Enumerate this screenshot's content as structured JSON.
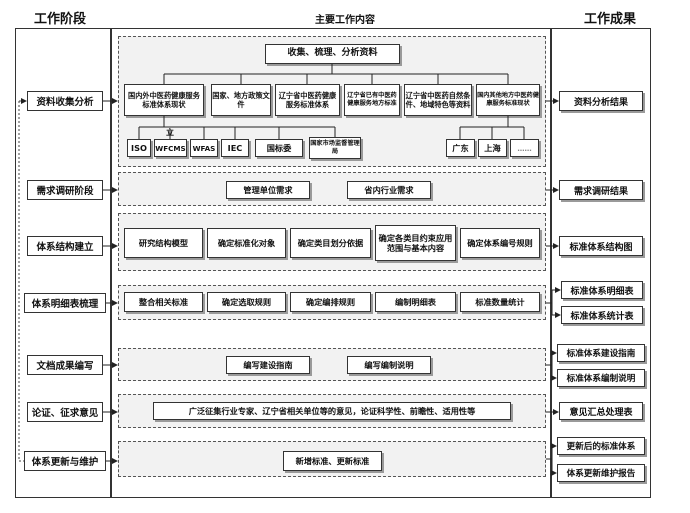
{
  "headers": {
    "left": "工作阶段",
    "middle": "主要工作内容",
    "right": "工作成果"
  },
  "stages": [
    "资料收集分析",
    "需求调研阶段",
    "体系结构建立",
    "体系明细表梳理",
    "文档成果编写",
    "论证、征求意见",
    "体系更新与维护"
  ],
  "collect": {
    "top": "收集、梳理、分析资料",
    "sources": [
      "国内外中医药健康服务标准体系现状",
      "国家、地方政策文件",
      "辽宁省中医药健康服务标准体系",
      "辽宁省已有中医药健康服务地方标准",
      "辽宁省中医药自然条件、地域特色等资料",
      "国内其他地方中医药健康服务标准现状"
    ],
    "orgs": [
      "ISO",
      "WFCMS",
      "WFAS",
      "IEC",
      "国标委",
      "国家市场监督管理局"
    ],
    "orgs_label": "立",
    "regions": [
      "广东",
      "上海",
      "……"
    ]
  },
  "demand": [
    "管理单位需求",
    "省内行业需求"
  ],
  "structure": [
    "研究结构模型",
    "确定标准化对象",
    "确定类目划分依据",
    "确定各类目约束应用范围与基本内容",
    "确定体系编号规则"
  ],
  "detail": [
    "整合相关标准",
    "确定选取规则",
    "确定编排规则",
    "编制明细表",
    "标准数量统计"
  ],
  "docs": [
    "编写建设指南",
    "编写编制说明"
  ],
  "consult": "广泛征集行业专家、辽宁省相关单位等的意见，论证科学性、前瞻性、适用性等",
  "update": "新增标准、更新标准",
  "results": [
    "资料分析结果",
    "需求调研结果",
    "标准体系结构图",
    "标准体系明细表",
    "标准体系统计表",
    "标准体系建设指南",
    "标准体系编制说明",
    "意见汇总处理表",
    "更新后的标准体系",
    "体系更新维护报告"
  ]
}
